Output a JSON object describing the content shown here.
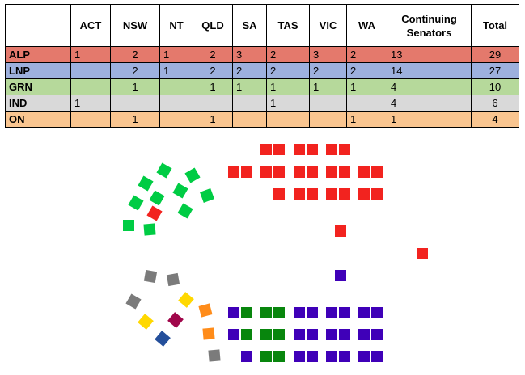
{
  "table": {
    "columns": [
      "",
      "ACT",
      "NSW",
      "NT",
      "QLD",
      "SA",
      "TAS",
      "VIC",
      "WA",
      "Continuing Senators",
      "Total"
    ],
    "rows": [
      {
        "party": "ALP",
        "color": "#e4796c",
        "cells": [
          "1",
          "2",
          "1",
          "2",
          "3",
          "2",
          "3",
          "2",
          "13",
          "29"
        ]
      },
      {
        "party": "LNP",
        "color": "#9db0dd",
        "cells": [
          "",
          "2",
          "1",
          "2",
          "2",
          "2",
          "2",
          "2",
          "14",
          "27"
        ]
      },
      {
        "party": "GRN",
        "color": "#b6d99b",
        "cells": [
          "",
          "1",
          "",
          "1",
          "1",
          "1",
          "1",
          "1",
          "4",
          "10"
        ]
      },
      {
        "party": "IND",
        "color": "#d9d9d9",
        "cells": [
          "1",
          "",
          "",
          "",
          "",
          "1",
          "",
          "",
          "4",
          "6"
        ]
      },
      {
        "party": "ON",
        "color": "#f9c590",
        "cells": [
          "",
          "1",
          "",
          "1",
          "",
          "",
          "",
          "1",
          "1",
          "4"
        ]
      }
    ]
  },
  "seat_colors": {
    "alp": "#f2231f",
    "lnp": "#3f00b8",
    "grn": "#00cc44",
    "grn_dark": "#08860d",
    "ind": "#7b7b7b",
    "on": "#ff8c1a",
    "yellow": "#ffd800",
    "maroon": "#a0064a",
    "blue": "#244f9b"
  }
}
